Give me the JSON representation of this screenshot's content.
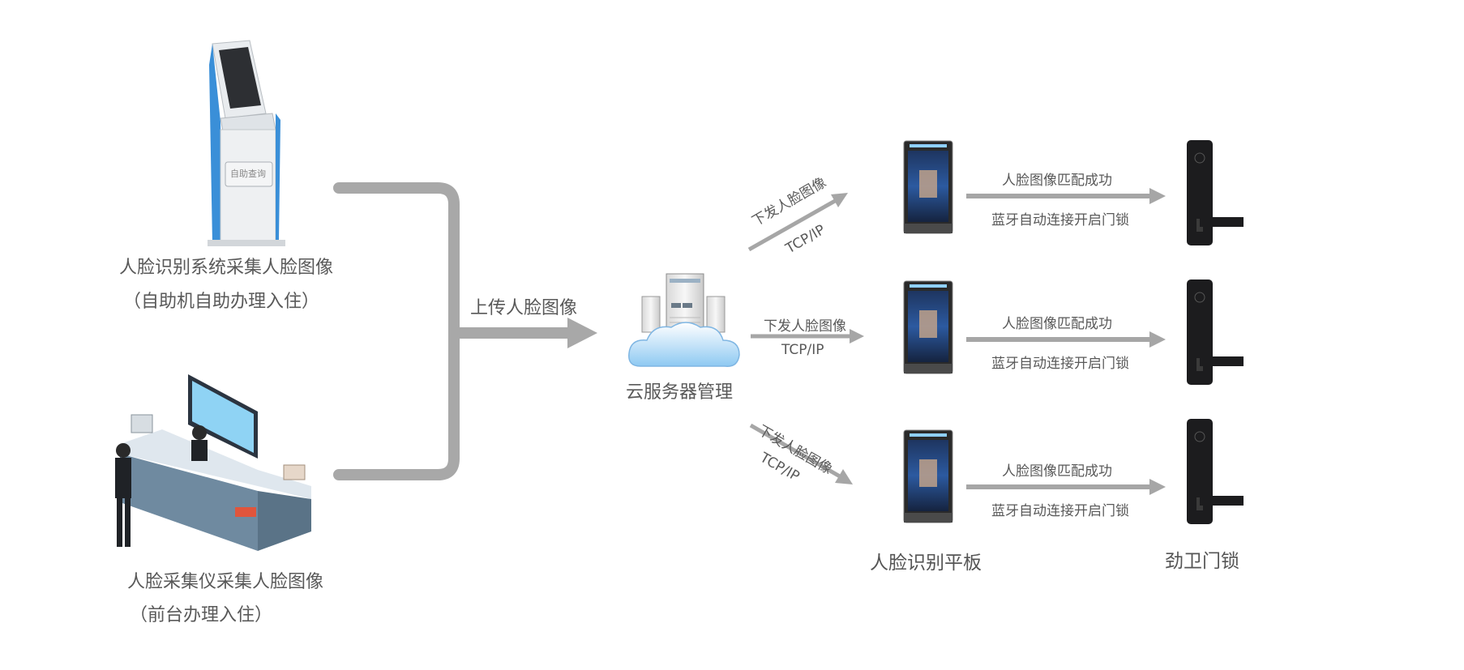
{
  "sources": {
    "kiosk_caption": "人脸识别系统采集人脸图像",
    "kiosk_sub": "（自助机自助办理入住）",
    "kiosk_screen_text": "自助查询",
    "desk_caption": "人脸采集仪采集人脸图像",
    "desk_sub": "（前台办理入住）"
  },
  "upload_label": "上传人脸图像",
  "cloud_label": "云服务器管理",
  "links": [
    {
      "label": "下发人脸图像",
      "protocol": "TCP/IP"
    },
    {
      "label": "下发人脸图像",
      "protocol": "TCP/IP"
    },
    {
      "label": "下发人脸图像",
      "protocol": "TCP/IP"
    }
  ],
  "unlock": [
    {
      "top": "人脸图像匹配成功",
      "bottom": "蓝牙自动连接开启门锁"
    },
    {
      "top": "人脸图像匹配成功",
      "bottom": "蓝牙自动连接开启门锁"
    },
    {
      "top": "人脸图像匹配成功",
      "bottom": "蓝牙自动连接开启门锁"
    }
  ],
  "tablet_caption": "人脸识别平板",
  "lock_caption": "劲卫门锁",
  "colors": {
    "arrow": "#a6a6a6",
    "bracket": "#a8a8a8",
    "kiosk_accent": "#3a8fd8",
    "desk": "#6f8aa0",
    "lock": "#1c1c1e"
  }
}
